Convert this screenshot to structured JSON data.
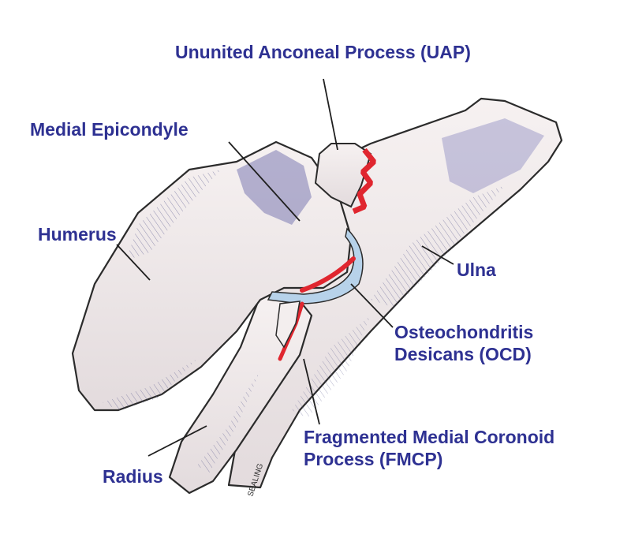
{
  "labels": {
    "uap": "Ununited Anconeal Process (UAP)",
    "medial_epicondyle": "Medial Epicondyle",
    "humerus": "Humerus",
    "ulna": "Ulna",
    "ocd_line1": "Osteochondritis",
    "ocd_line2": "Desicans (OCD)",
    "fmcp_line1": "Fragmented Medial Coronoid",
    "fmcp_line2": "Process (FMCP)",
    "radius": "Radius"
  },
  "signature": "SEALING",
  "colors": {
    "label": "#2e3192",
    "bone": "#ede6e6",
    "shadow": "#7c7ab2",
    "lesion": "#e0262f",
    "cartilage": "#b7d2ea",
    "outline": "#2b2b2b"
  }
}
